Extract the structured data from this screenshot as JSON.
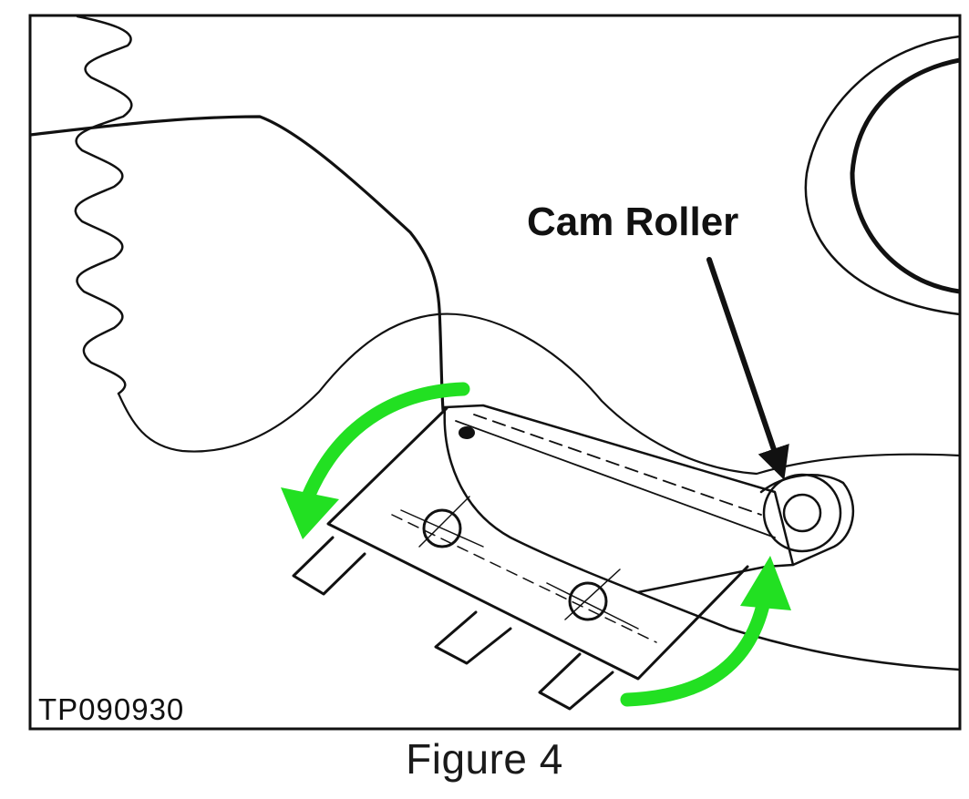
{
  "figure": {
    "callout_label": "Cam Roller",
    "drawing_code": "TP090930",
    "caption": "Figure 4"
  },
  "colors": {
    "line": "#111111",
    "rotation_arrow": "#22e022",
    "background": "#ffffff"
  },
  "icons": {
    "rotation_arrows": "curved-green-arrow",
    "callout_pointer": "black-arrow"
  }
}
